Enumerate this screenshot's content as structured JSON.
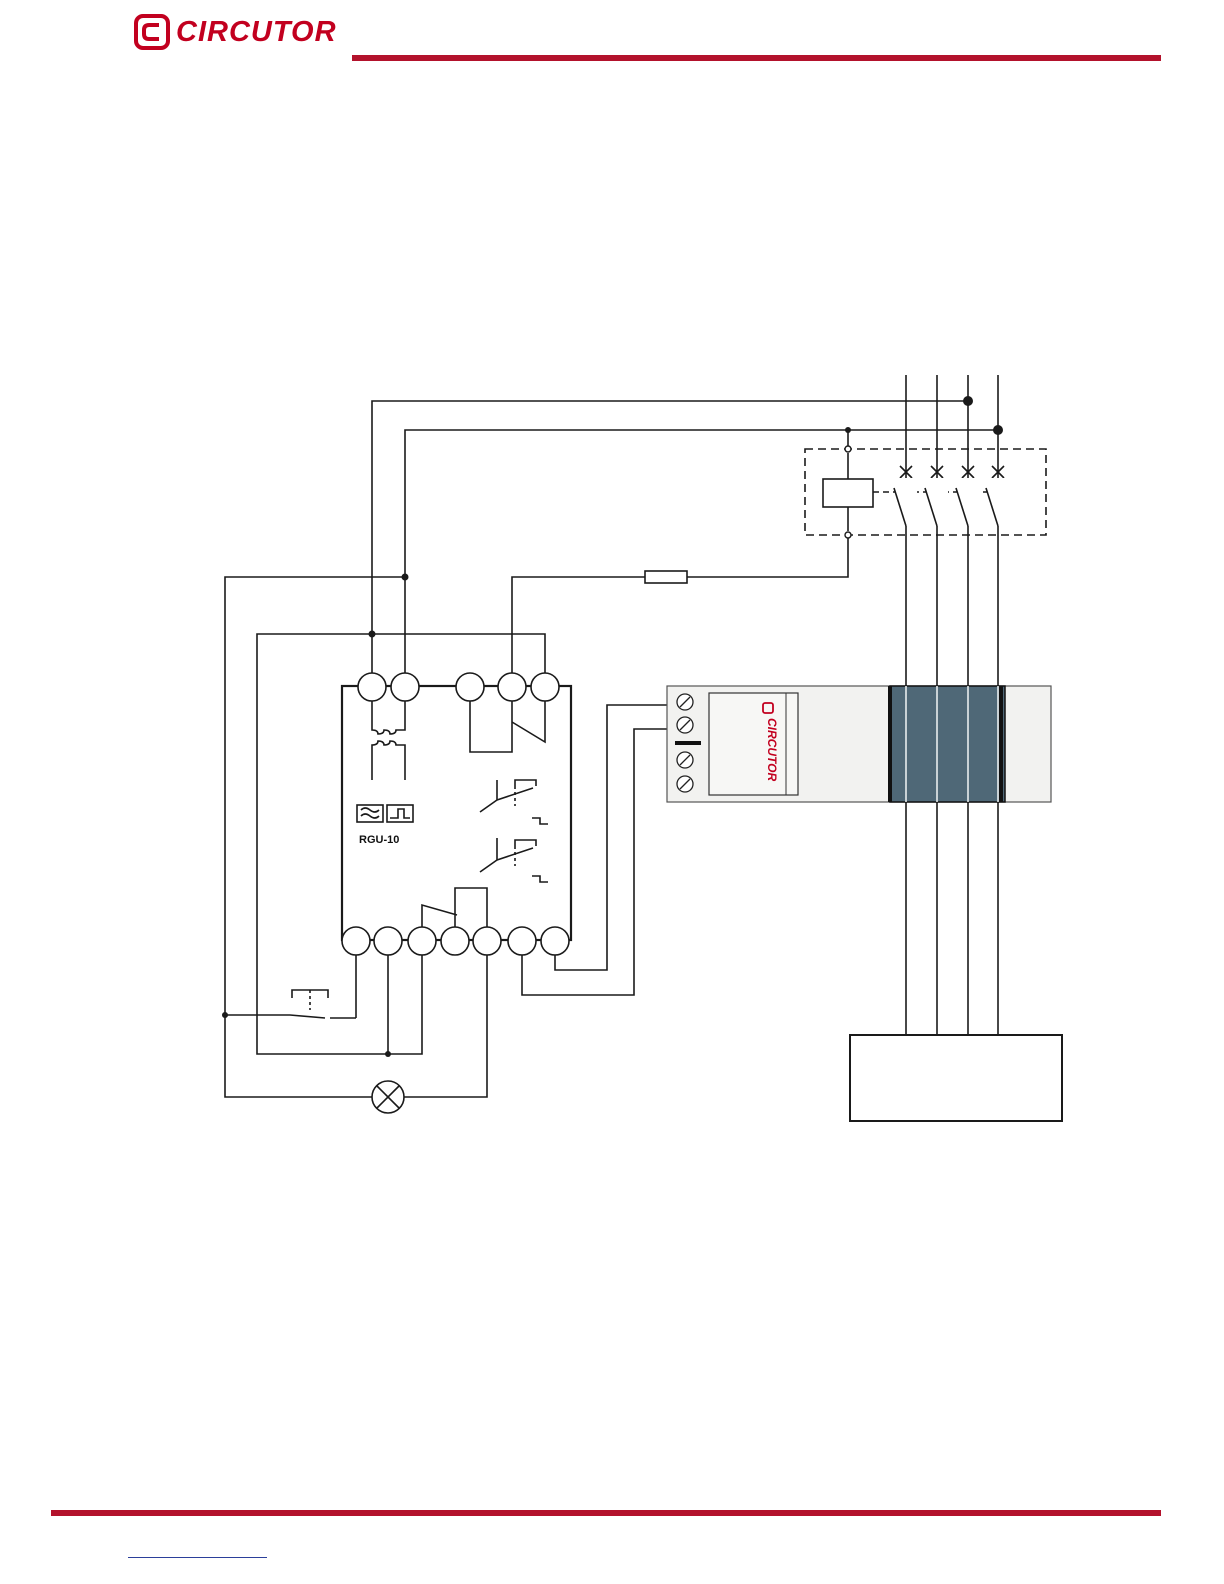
{
  "header": {
    "brand_name": "CIRCUTOR",
    "accent_color": "#b3122c"
  },
  "diagram": {
    "device_label": "RGU-10",
    "transformer_brand": "CIRCUTOR",
    "transformer_core_color": "#4f6877"
  }
}
